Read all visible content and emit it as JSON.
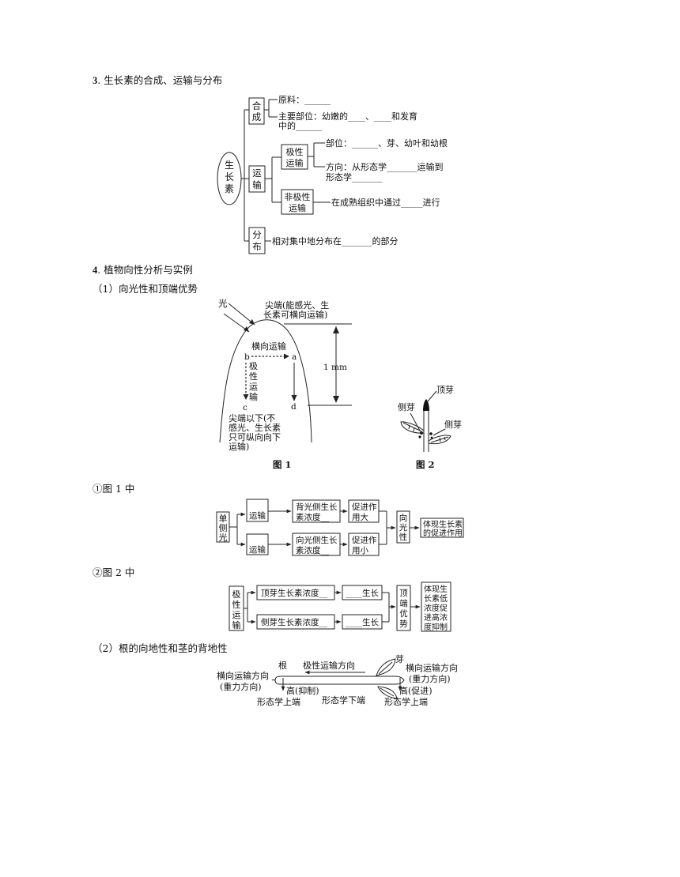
{
  "sec3": {
    "num": "3",
    "title": ". 生长素的合成、运输与分布",
    "root": [
      "生",
      "长",
      "素"
    ],
    "hecheng": [
      "合",
      "成"
    ],
    "yuanliao": "原料：______",
    "buwei1": "主要部位：幼嫩的____、____和发育",
    "buwei2": "中的______",
    "yunshu": [
      "运",
      "输"
    ],
    "jixing": [
      "极性",
      "运输"
    ],
    "jx_buwei": "部位：______、芽、幼叶和幼根",
    "jx_fangxiang1": "方向：从形态学_______运输到",
    "jx_fangxiang2": "形态学_______",
    "feijixing": [
      "非极性",
      "运输"
    ],
    "fjx_text": "在成熟组织中通过_____进行",
    "fenbu": [
      "分",
      "布"
    ],
    "fenbu_text": "相对集中地分布在_______的部分"
  },
  "sec4": {
    "num": "4",
    "title": ". 植物向性分析与实例",
    "sub1": "（1）向光性和顶端优势",
    "fig1": {
      "guang": "光",
      "jianduan1": "尖端(能感光、生",
      "jianduan2": "长素可横向运输)",
      "hengxiang": "横向运输",
      "b": "b",
      "a": "a",
      "c": "c",
      "d": "d",
      "jixing": [
        "极",
        "性",
        "运",
        "输"
      ],
      "mm": "1 mm",
      "below1": "尖端以下(不",
      "below2": "感光、生长素",
      "below3": "只可纵向向下",
      "below4": "运输)",
      "caption": "图 1"
    },
    "fig2": {
      "dingya": "顶芽",
      "ceya_left": "侧芽",
      "ceya_right": "侧芽",
      "caption": "图 2"
    },
    "item1": "①图 1 中",
    "flow1": {
      "start": [
        "单",
        "侧",
        "光"
      ],
      "yunshu_top": "运输",
      "yunshu_bottom": "运输",
      "bei1": "背光侧生长",
      "bei2": "素浓度__",
      "xiang1": "向光侧生长",
      "xiang2": "素浓度__",
      "cu_da1": "促进作",
      "cu_da2": "用大",
      "cu_xiao1": "促进作",
      "cu_xiao2": "用小",
      "result": [
        "向",
        "光",
        "性"
      ],
      "end1": "体现生长素",
      "end2": "的促进作用"
    },
    "item2": "②图 2 中",
    "flow2": {
      "start": [
        "极",
        "性",
        "运",
        "输"
      ],
      "top": "顶芽生长素浓度__",
      "bottom": "侧芽生长素浓度__",
      "grow_top": "____生长",
      "grow_bottom": "____生长",
      "result": [
        "顶",
        "端",
        "优",
        "势"
      ],
      "end": [
        "体现生",
        "长素低",
        "浓度促",
        "进高浓",
        "度抑制"
      ]
    },
    "sub2": "（2）根的向地性和茎的背地性",
    "fig3": {
      "gen": "根",
      "jixing": "极性运输方向",
      "ya": "芽",
      "left1": "横向运输方向",
      "left2": "(重力方向)",
      "right1": "横向运输方向",
      "right2": "(重力方向)",
      "gao_yizhi": "高(抑制)",
      "gao_cujin": "高(促进)",
      "shang_left": "形态学上端",
      "xia": "形态学下端",
      "shang_right": "形态学上端"
    }
  }
}
